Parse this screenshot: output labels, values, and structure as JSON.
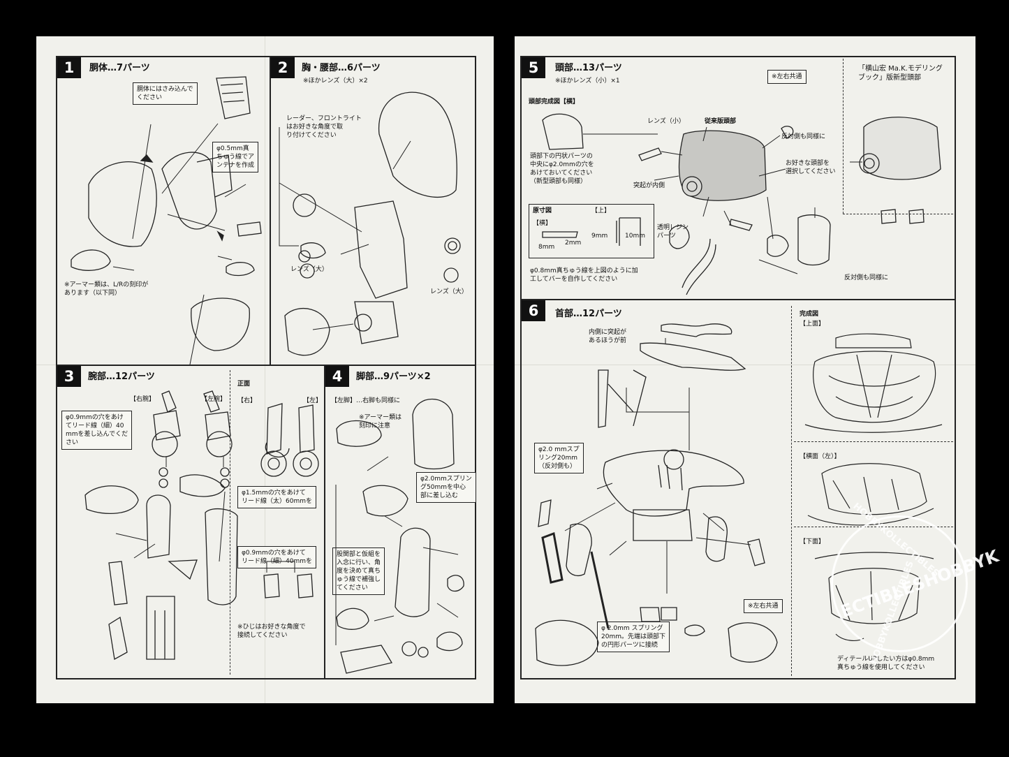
{
  "panels": {
    "p1": {
      "num": "1",
      "title": "胴体…7パーツ",
      "notes": {
        "insert": [
          "胴体にはさみ込んで",
          "ください"
        ],
        "antenna": [
          "φ0.5mm真",
          "ちゅう線でア",
          "ンテナを作成"
        ],
        "armor": [
          "※アーマー類は、L/Rの刻印が",
          "あります（以下同）"
        ]
      }
    },
    "p2": {
      "num": "2",
      "title": "胸・腰部…6パーツ",
      "sub": "※ほかレンズ（大）×2",
      "notes": {
        "radar": [
          "レーダー、フロントライト",
          "はお好きな角度で取",
          "り付けてください"
        ]
      },
      "lens_left": "レンズ（大）",
      "lens_right": "レンズ（大）"
    },
    "p3": {
      "num": "3",
      "title": "腕部…12パーツ",
      "right_arm": "【右腕】",
      "left_arm": "【左腕】",
      "notes": {
        "lead": [
          "φ0.9mmの穴をあけ",
          "てリード線（細）40",
          "mmを差し込んでくだ",
          "さい"
        ]
      },
      "front": "正面",
      "front_right": "【右】",
      "front_left": "【左】",
      "note2": [
        "φ1.5mmの穴をあけて",
        "リード線（太）60mmを"
      ],
      "note3": [
        "φ0.9mmの穴をあけて",
        "リード線（細）40mmを"
      ],
      "elbow": [
        "※ひじはお好きな角度で",
        "接続してください"
      ]
    },
    "p4": {
      "num": "4",
      "title": "脚部…9パーツ×2",
      "sub": "【左脚】…右脚も同様に",
      "armor": [
        "※アーマー類は",
        "刻印に注意"
      ],
      "spring": [
        "φ2.0mmスプリン",
        "グ50mmを中心",
        "部に差し込む"
      ],
      "thigh": [
        "股関部と仮組を",
        "入念に行い、角",
        "度を決めて真ち",
        "ゅう線で補強し",
        "てください"
      ]
    },
    "p5": {
      "num": "5",
      "title": "頭部…13パーツ",
      "sub": "※ほかレンズ（小）×1",
      "complete": "頭部完成図【横】",
      "hole": [
        "頭部下の円状パーツの",
        "中央にφ2.0mmの穴を",
        "あけておいてください",
        "（新型頭部も同様）"
      ],
      "lens_small": "レンズ（小）",
      "old_head": "従来版頭部",
      "common": "※左右共通",
      "same": "反対側も同様に",
      "choose": [
        "お好きな頭部を",
        "選択してください"
      ],
      "bump": "突起が内側",
      "clear": [
        "透明レジン",
        "パーツ"
      ],
      "size_title": "原寸図",
      "size_side": "【横】",
      "size_top": "【上】",
      "dim_8": "8mm",
      "dim_2": "2mm",
      "dim_9": "9mm",
      "dim_10": "10mm",
      "wire": [
        "φ0.8mm真ちゅう線を上図のように加",
        "工してバーを自作してください"
      ],
      "same2": "反対側も同様に",
      "book": [
        "「横山宏 Ma.K.モデリング",
        "ブック」版新型頭部"
      ]
    },
    "p6": {
      "num": "6",
      "title": "首部…12パーツ",
      "inner": [
        "内側に突起が",
        "あるほうが前"
      ],
      "spring20": [
        "φ2.0 mmスプ",
        "リング20mm",
        "（反対側も）"
      ],
      "common": "※左右共通",
      "spring_b": [
        "φ 2.0mm スプリング",
        "20mm。先端は頭部下",
        "の円形パーツに接続"
      ],
      "complete": "完成図",
      "top": "【上面】",
      "side": "【横面（左）】",
      "bottom": "【下面】",
      "detail": [
        "ディテールUPしたい方はφ0.8mm",
        "真ちゅう線を使用してください"
      ]
    }
  },
  "watermark": {
    "brand": "HOBBYKOLLECTIBLES",
    "center": "ECTIBLESHOBBYK"
  },
  "colors": {
    "paper": "#f1f1ec",
    "ink": "#111111",
    "background": "#000000"
  }
}
